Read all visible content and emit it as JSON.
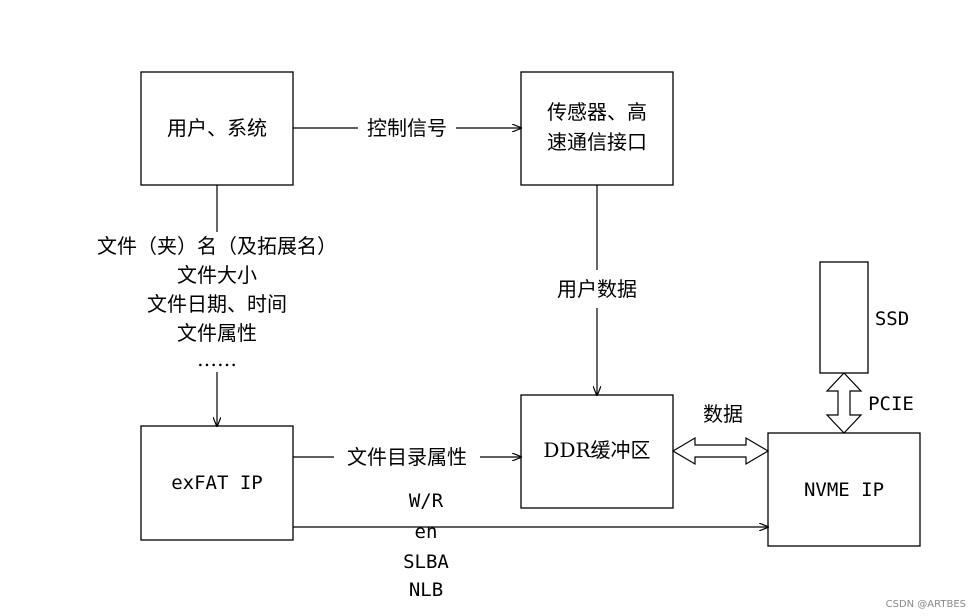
{
  "nodes": {
    "user_system": "用户、系统",
    "sensor_line1": "传感器、高",
    "sensor_line2": "速通信接口",
    "exfat": "exFAT IP",
    "ddr": "DDR缓冲区",
    "ssd": "SSD",
    "nvme": "NVME IP"
  },
  "edges": {
    "control_signal": "控制信号",
    "user_data": "用户数据",
    "file_info": [
      "文件（夹）名（及拓展名）",
      "文件大小",
      "文件日期、时间",
      "文件属性",
      "……"
    ],
    "dir_attr": "文件目录属性",
    "data": "数据",
    "pcie": "PCIE",
    "cmd": [
      "W/R",
      "en",
      "SLBA",
      "NLB"
    ]
  },
  "watermark": "CSDN @ARTBES"
}
